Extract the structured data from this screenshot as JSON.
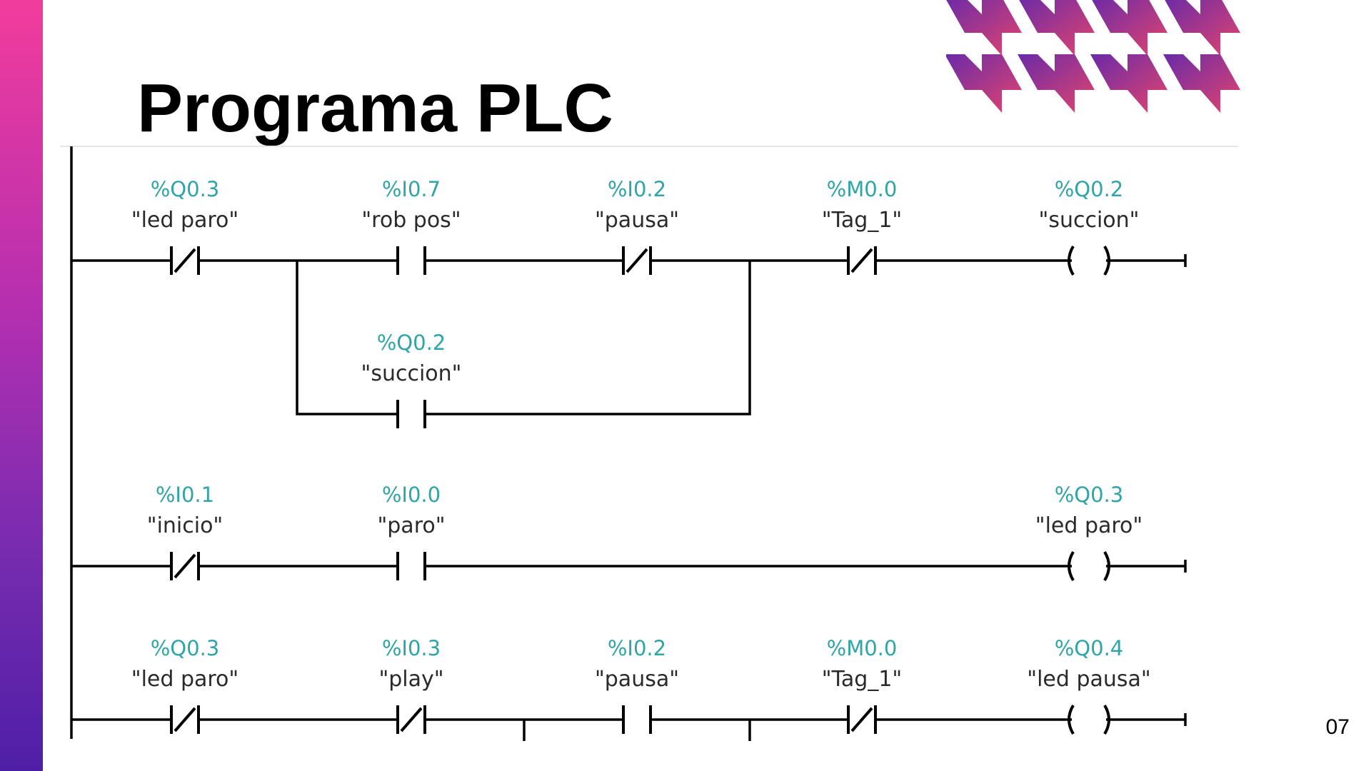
{
  "slide": {
    "title": "Programa PLC",
    "page_number": "07",
    "colors": {
      "sidebar_top": "#f23c9c",
      "sidebar_bottom": "#4e1fa6",
      "address": "#2fa5a8",
      "deco_a": "#6a2aa8",
      "deco_b": "#e2446e"
    }
  },
  "ladder": {
    "elements": [
      {
        "id": "e1",
        "kind": "nc-contact",
        "address": "%Q0.3",
        "tag": "\"led paro\""
      },
      {
        "id": "e2",
        "kind": "no-contact",
        "address": "%I0.7",
        "tag": "\"rob pos\""
      },
      {
        "id": "e3",
        "kind": "nc-contact",
        "address": "%I0.2",
        "tag": "\"pausa\""
      },
      {
        "id": "e4",
        "kind": "nc-contact",
        "address": "%M0.0",
        "tag": "\"Tag_1\""
      },
      {
        "id": "e5",
        "kind": "coil",
        "address": "%Q0.2",
        "tag": "\"succion\""
      },
      {
        "id": "e6",
        "kind": "no-contact",
        "address": "%Q0.2",
        "tag": "\"succion\""
      },
      {
        "id": "e7",
        "kind": "nc-contact",
        "address": "%I0.1",
        "tag": "\"inicio\""
      },
      {
        "id": "e8",
        "kind": "no-contact",
        "address": "%I0.0",
        "tag": "\"paro\""
      },
      {
        "id": "e9",
        "kind": "coil",
        "address": "%Q0.3",
        "tag": "\"led paro\""
      },
      {
        "id": "e10",
        "kind": "nc-contact",
        "address": "%Q0.3",
        "tag": "\"led paro\""
      },
      {
        "id": "e11",
        "kind": "nc-contact",
        "address": "%I0.3",
        "tag": "\"play\""
      },
      {
        "id": "e12",
        "kind": "no-contact",
        "address": "%I0.2",
        "tag": "\"pausa\""
      },
      {
        "id": "e13",
        "kind": "nc-contact",
        "address": "%M0.0",
        "tag": "\"Tag_1\""
      },
      {
        "id": "e14",
        "kind": "coil",
        "address": "%Q0.4",
        "tag": "\"led pausa\""
      }
    ]
  }
}
